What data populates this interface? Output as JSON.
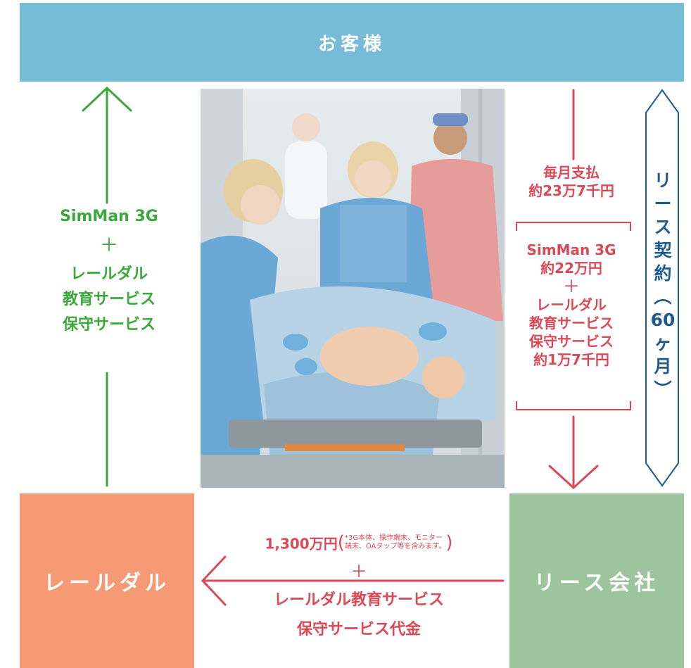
{
  "colors": {
    "customer": "#77bcd7",
    "laerdal": "#f59a74",
    "lease_company": "#9cc49d",
    "green_flow": "#3aa83a",
    "red_flow": "#dc4855",
    "contract_blue": "#1f5a8e"
  },
  "boxes": {
    "customer": "お客様",
    "laerdal": "レールダル",
    "lease_company": "リース会社"
  },
  "supply": {
    "line1": "SimMan 3G",
    "plus": "＋",
    "line2": "レールダル",
    "line3": "教育サービス",
    "line4": "保守サービス"
  },
  "payment": {
    "line1": "毎月支払",
    "line2": "約23万7千円"
  },
  "breakdown": {
    "line1": "SimMan 3G",
    "line2": "約22万円",
    "plus": "＋",
    "line3": "レールダル",
    "line4": "教育サービス",
    "line5": "保守サービス",
    "line6": "約1万7千円"
  },
  "lease_term": [
    "リ",
    "ー",
    "ス",
    "契",
    "約",
    "︵",
    "60",
    "ヶ",
    "月",
    "︶"
  ],
  "purchase": {
    "amount": "1,300万円",
    "paren_open": "(",
    "note_line1": "*3G本体、操作端末、モニター",
    "note_line2": "端末、OAタップ等を含みます。",
    "paren_close": ")",
    "plus": "＋",
    "service_line1": "レールダル教育サービス",
    "service_line2": "保守サービス代金"
  }
}
